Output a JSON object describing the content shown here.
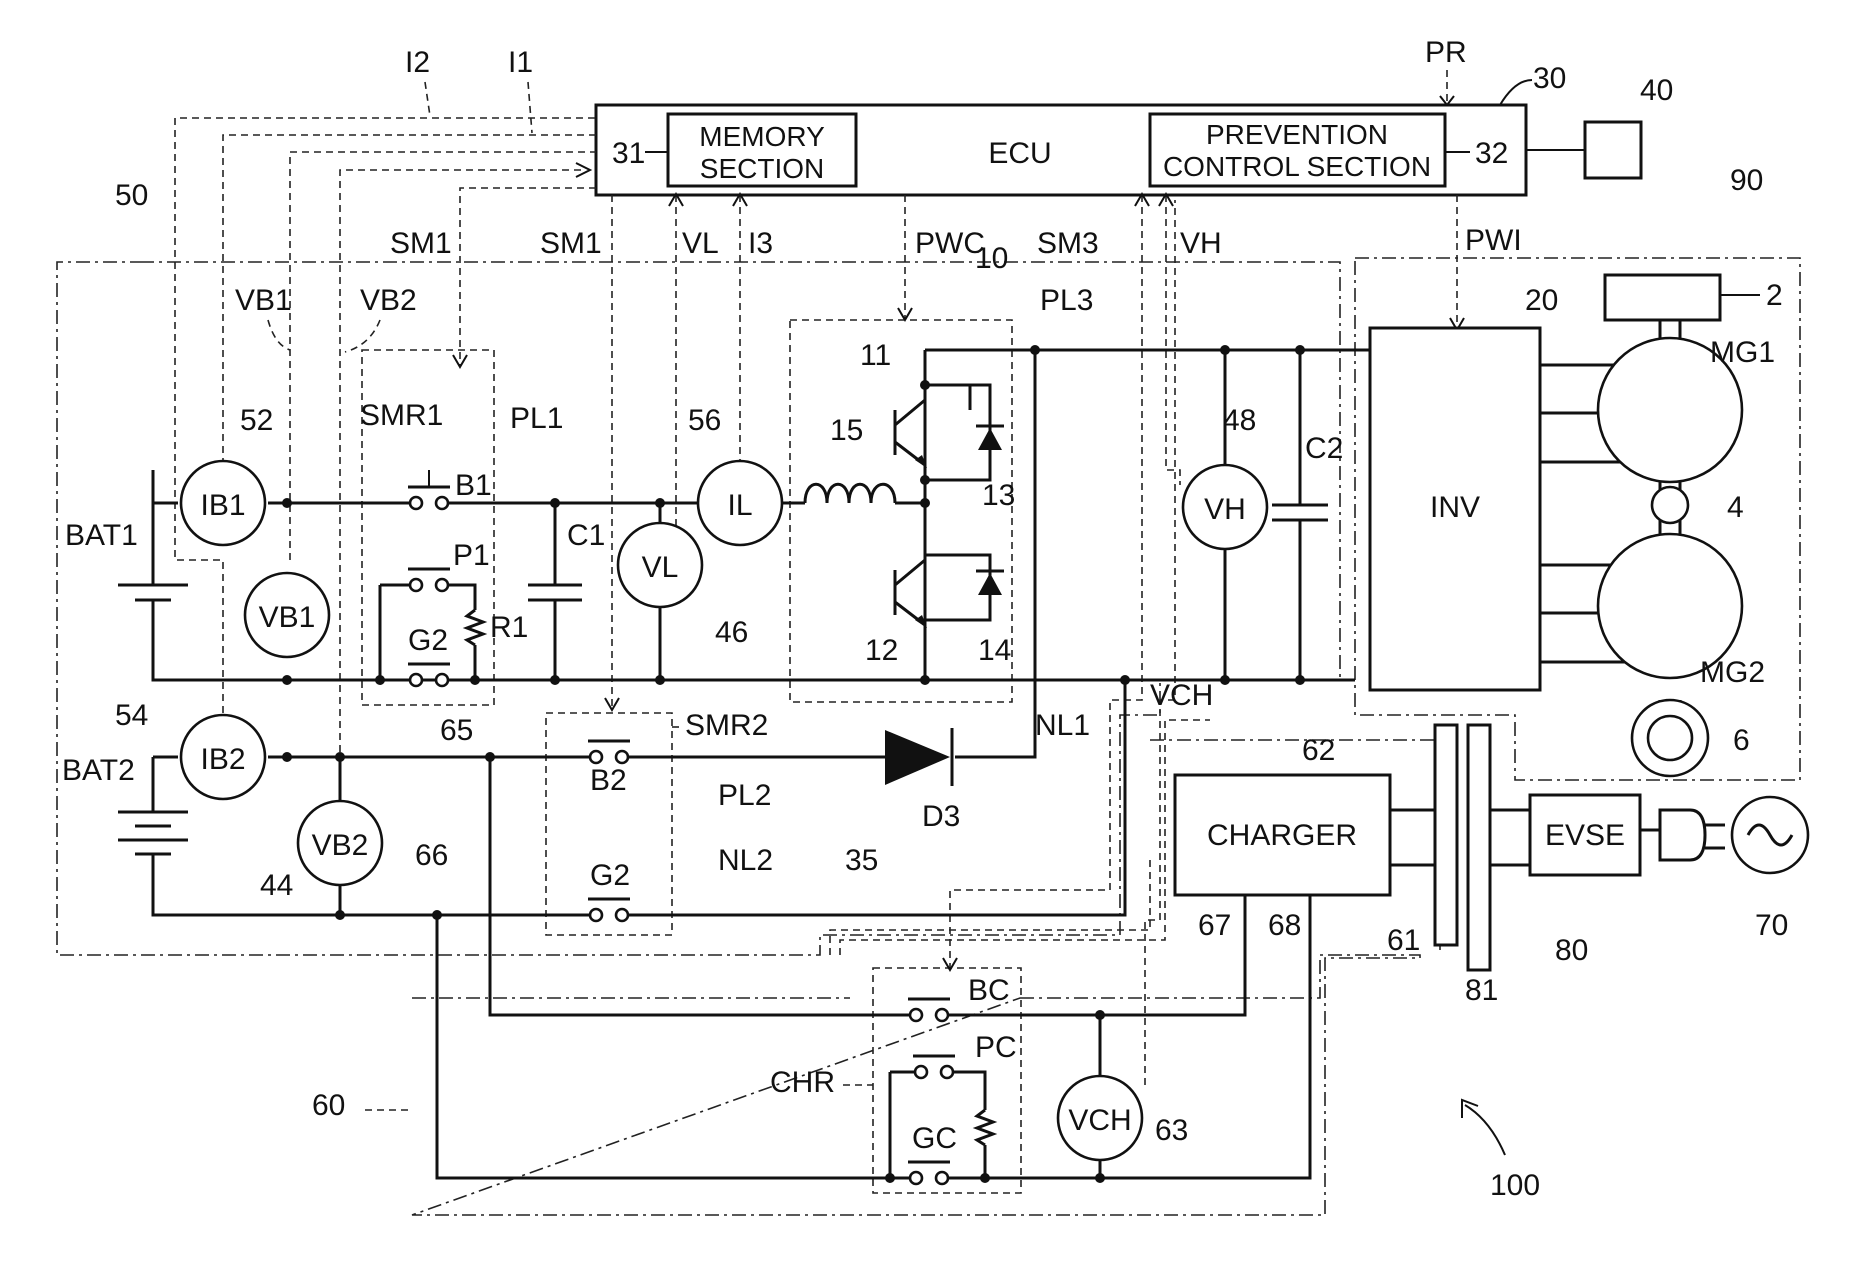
{
  "ecu": {
    "label": "ECU",
    "ref": "30",
    "memory_ref": "31",
    "prevention_ref": "32",
    "memory_line1": "MEMORY",
    "memory_line2": "SECTION",
    "prevention_line1": "PREVENTION",
    "prevention_line2": "CONTROL SECTION"
  },
  "refs": {
    "n2": "2",
    "n4": "4",
    "n6": "6",
    "n10": "10",
    "n11": "11",
    "n12": "12",
    "n13": "13",
    "n14": "14",
    "n15": "15",
    "n20": "20",
    "n35": "35",
    "n40": "40",
    "n44": "44",
    "n46": "46",
    "n48": "48",
    "n50": "50",
    "n52": "52",
    "n54": "54",
    "n56": "56",
    "n60": "60",
    "n61": "61",
    "n62": "62",
    "n63": "63",
    "n65": "65",
    "n66": "66",
    "n67": "67",
    "n68": "68",
    "n70": "70",
    "n80": "80",
    "n81": "81",
    "n90": "90",
    "n100": "100"
  },
  "signals": {
    "i1": "I1",
    "i2": "I2",
    "i3": "I3",
    "pr": "PR",
    "sm1": "SM1",
    "sm3": "SM3",
    "vl": "VL",
    "vh": "VH",
    "pwc": "PWC",
    "pwi": "PWI",
    "vb1": "VB1",
    "vb2": "VB2",
    "vch": "VCH"
  },
  "lines": {
    "pl1": "PL1",
    "pl2": "PL2",
    "pl3": "PL3",
    "nl1": "NL1",
    "nl2": "NL2"
  },
  "components": {
    "bat1": "BAT1",
    "bat2": "BAT2",
    "ib1": "IB1",
    "ib2": "IB2",
    "vb1": "VB1",
    "vb2": "VB2",
    "smr1": "SMR1",
    "smr2": "SMR2",
    "b1": "B1",
    "b2": "B2",
    "p1": "P1",
    "g2": "G2",
    "r1": "R1",
    "c1": "C1",
    "c2": "C2",
    "vl": "VL",
    "il": "IL",
    "vh": "VH",
    "inv": "INV",
    "mg1": "MG1",
    "mg2": "MG2",
    "d3": "D3",
    "charger": "CHARGER",
    "evse": "EVSE",
    "chr": "CHR",
    "bc": "BC",
    "pc": "PC",
    "gc": "GC",
    "vch": "VCH"
  }
}
